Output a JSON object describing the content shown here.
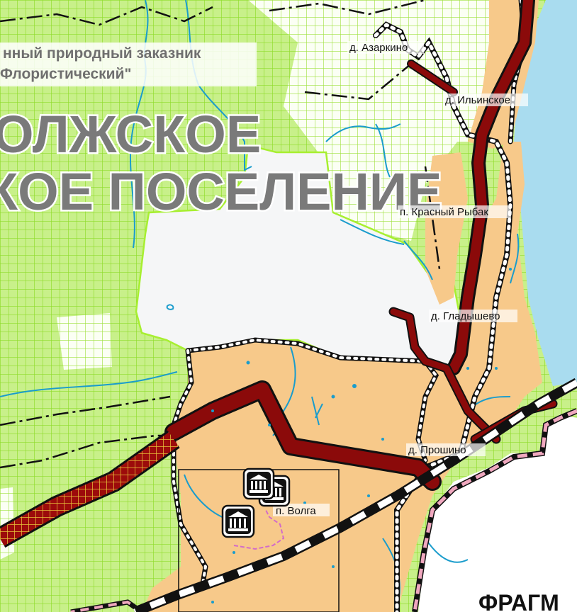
{
  "map": {
    "reserve_label_line1": "нный природный заказник",
    "reserve_label_line2": "Флористический\"",
    "settlement_label_line1": "ОЛЖСКОЕ",
    "settlement_label_line2": "КОЕ ПОСЕЛЕНИЕ",
    "fragment_label": "ФРАГМ",
    "villages": [
      "д. Азаркино",
      "д. Ильинское",
      "п. Красный Рыбак",
      "д. Гладышево",
      "д. Прошино",
      "п. Волга"
    ]
  },
  "colors": {
    "reserve_fill": "#c8f08a",
    "reserve_grid": "#8fdc2a",
    "built_area": "#f7c98a",
    "water": "#a9dcef",
    "road": "#8b0a0a",
    "river": "#1a9ccc",
    "pink_border": "#f0a8bf"
  },
  "icons": [
    "museum-icon",
    "museum-icon",
    "museum-icon"
  ]
}
